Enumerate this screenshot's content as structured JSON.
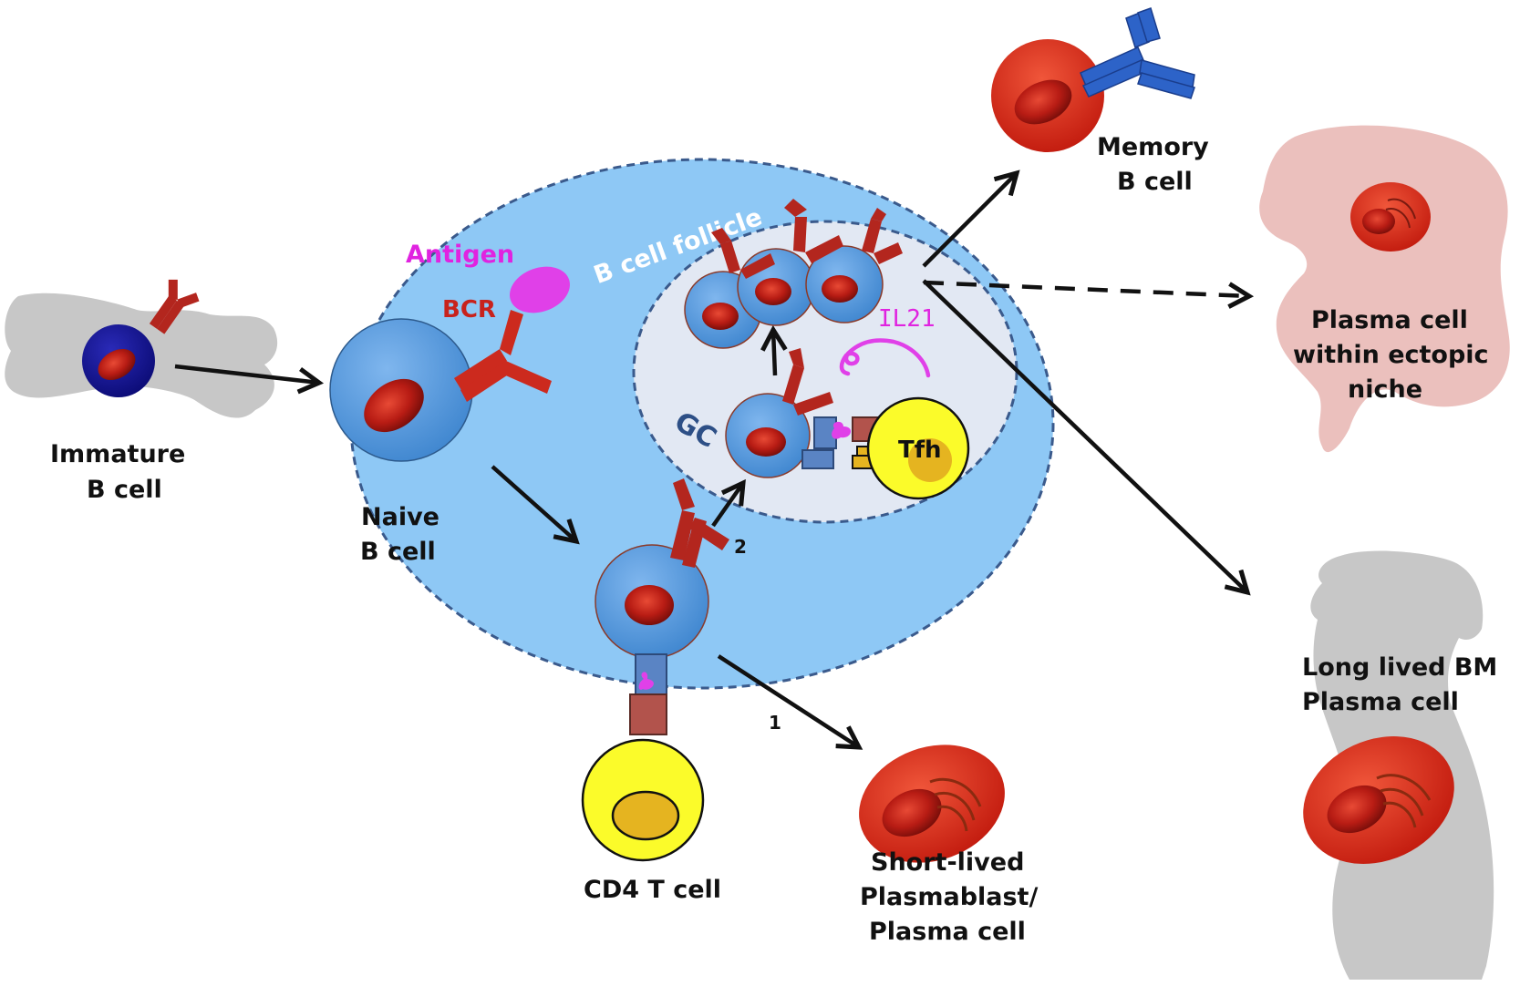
{
  "labels": {
    "immature": [
      "Immature",
      "B cell"
    ],
    "naive": [
      "Naive",
      "B cell"
    ],
    "antigen": "Antigen",
    "bcr": "BCR",
    "follicle": "B cell follicle",
    "gc": "GC",
    "il21": "IL21",
    "tfh": "Tfh",
    "cd4": "CD4 T cell",
    "step1": "1",
    "step2": "2",
    "memory": [
      "Memory",
      "B cell"
    ],
    "ectopic": [
      "Plasma cell",
      "within ectopic",
      "niche"
    ],
    "short_lived": [
      "Short-lived",
      "Plasmablast/",
      "Plasma cell"
    ],
    "long_lived": [
      "Long lived BM",
      "Plasma cell"
    ]
  },
  "colors": {
    "follicle_fill": "#8ec8f5",
    "follicle_border": "#3a5a8c",
    "gc_fill": "#e2e8f3",
    "b_cell": "#4f96d8",
    "nucleus": "#b81c14",
    "antibody": "#b3261e",
    "memory_antibody": "#2d63c8",
    "antigen": "#e040e8",
    "t_cell": "#fbfb2a",
    "t_nucleus": "#e5b420",
    "bone": "#c7c7c7",
    "ectopic_tissue": "#e9b9b6",
    "plasma": "#e2301a"
  }
}
